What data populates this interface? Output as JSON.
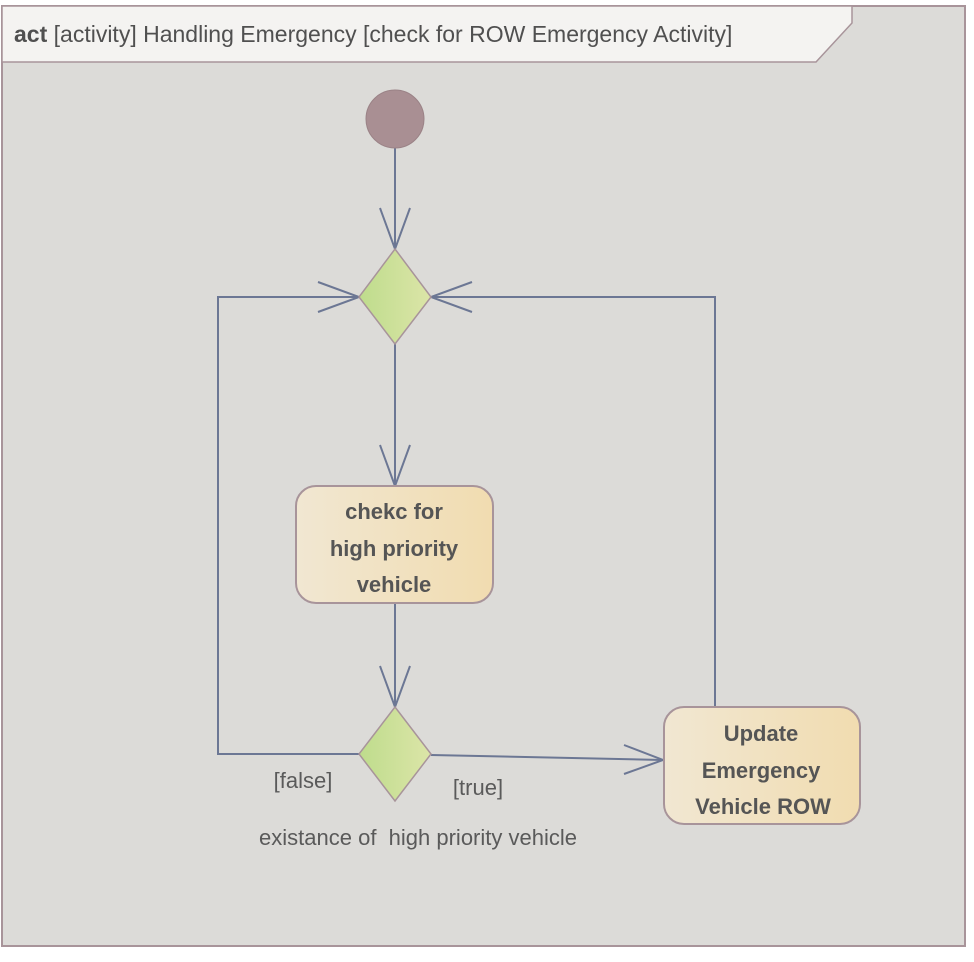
{
  "frame": {
    "keyword": "act",
    "title": "[activity] Handling Emergency [check for ROW Emergency Activity]"
  },
  "nodes": {
    "check_action": {
      "lines": [
        "chekc for",
        "high priority",
        "vehicle"
      ]
    },
    "update_action": {
      "lines": [
        "Update",
        "Emergency",
        "Vehicle ROW"
      ]
    },
    "decision": {
      "label": "existance of  high priority vehicle"
    }
  },
  "guards": {
    "false_label": "[false]",
    "true_label": "[true]"
  },
  "colors": {
    "frame_background": "#dcdbd8",
    "frame_border": "#a8949a",
    "initial_node": "#a98f93",
    "diamond_fill": "#cfe19a",
    "action_fill": "#f0e0c0",
    "edge": "#6c7794"
  }
}
